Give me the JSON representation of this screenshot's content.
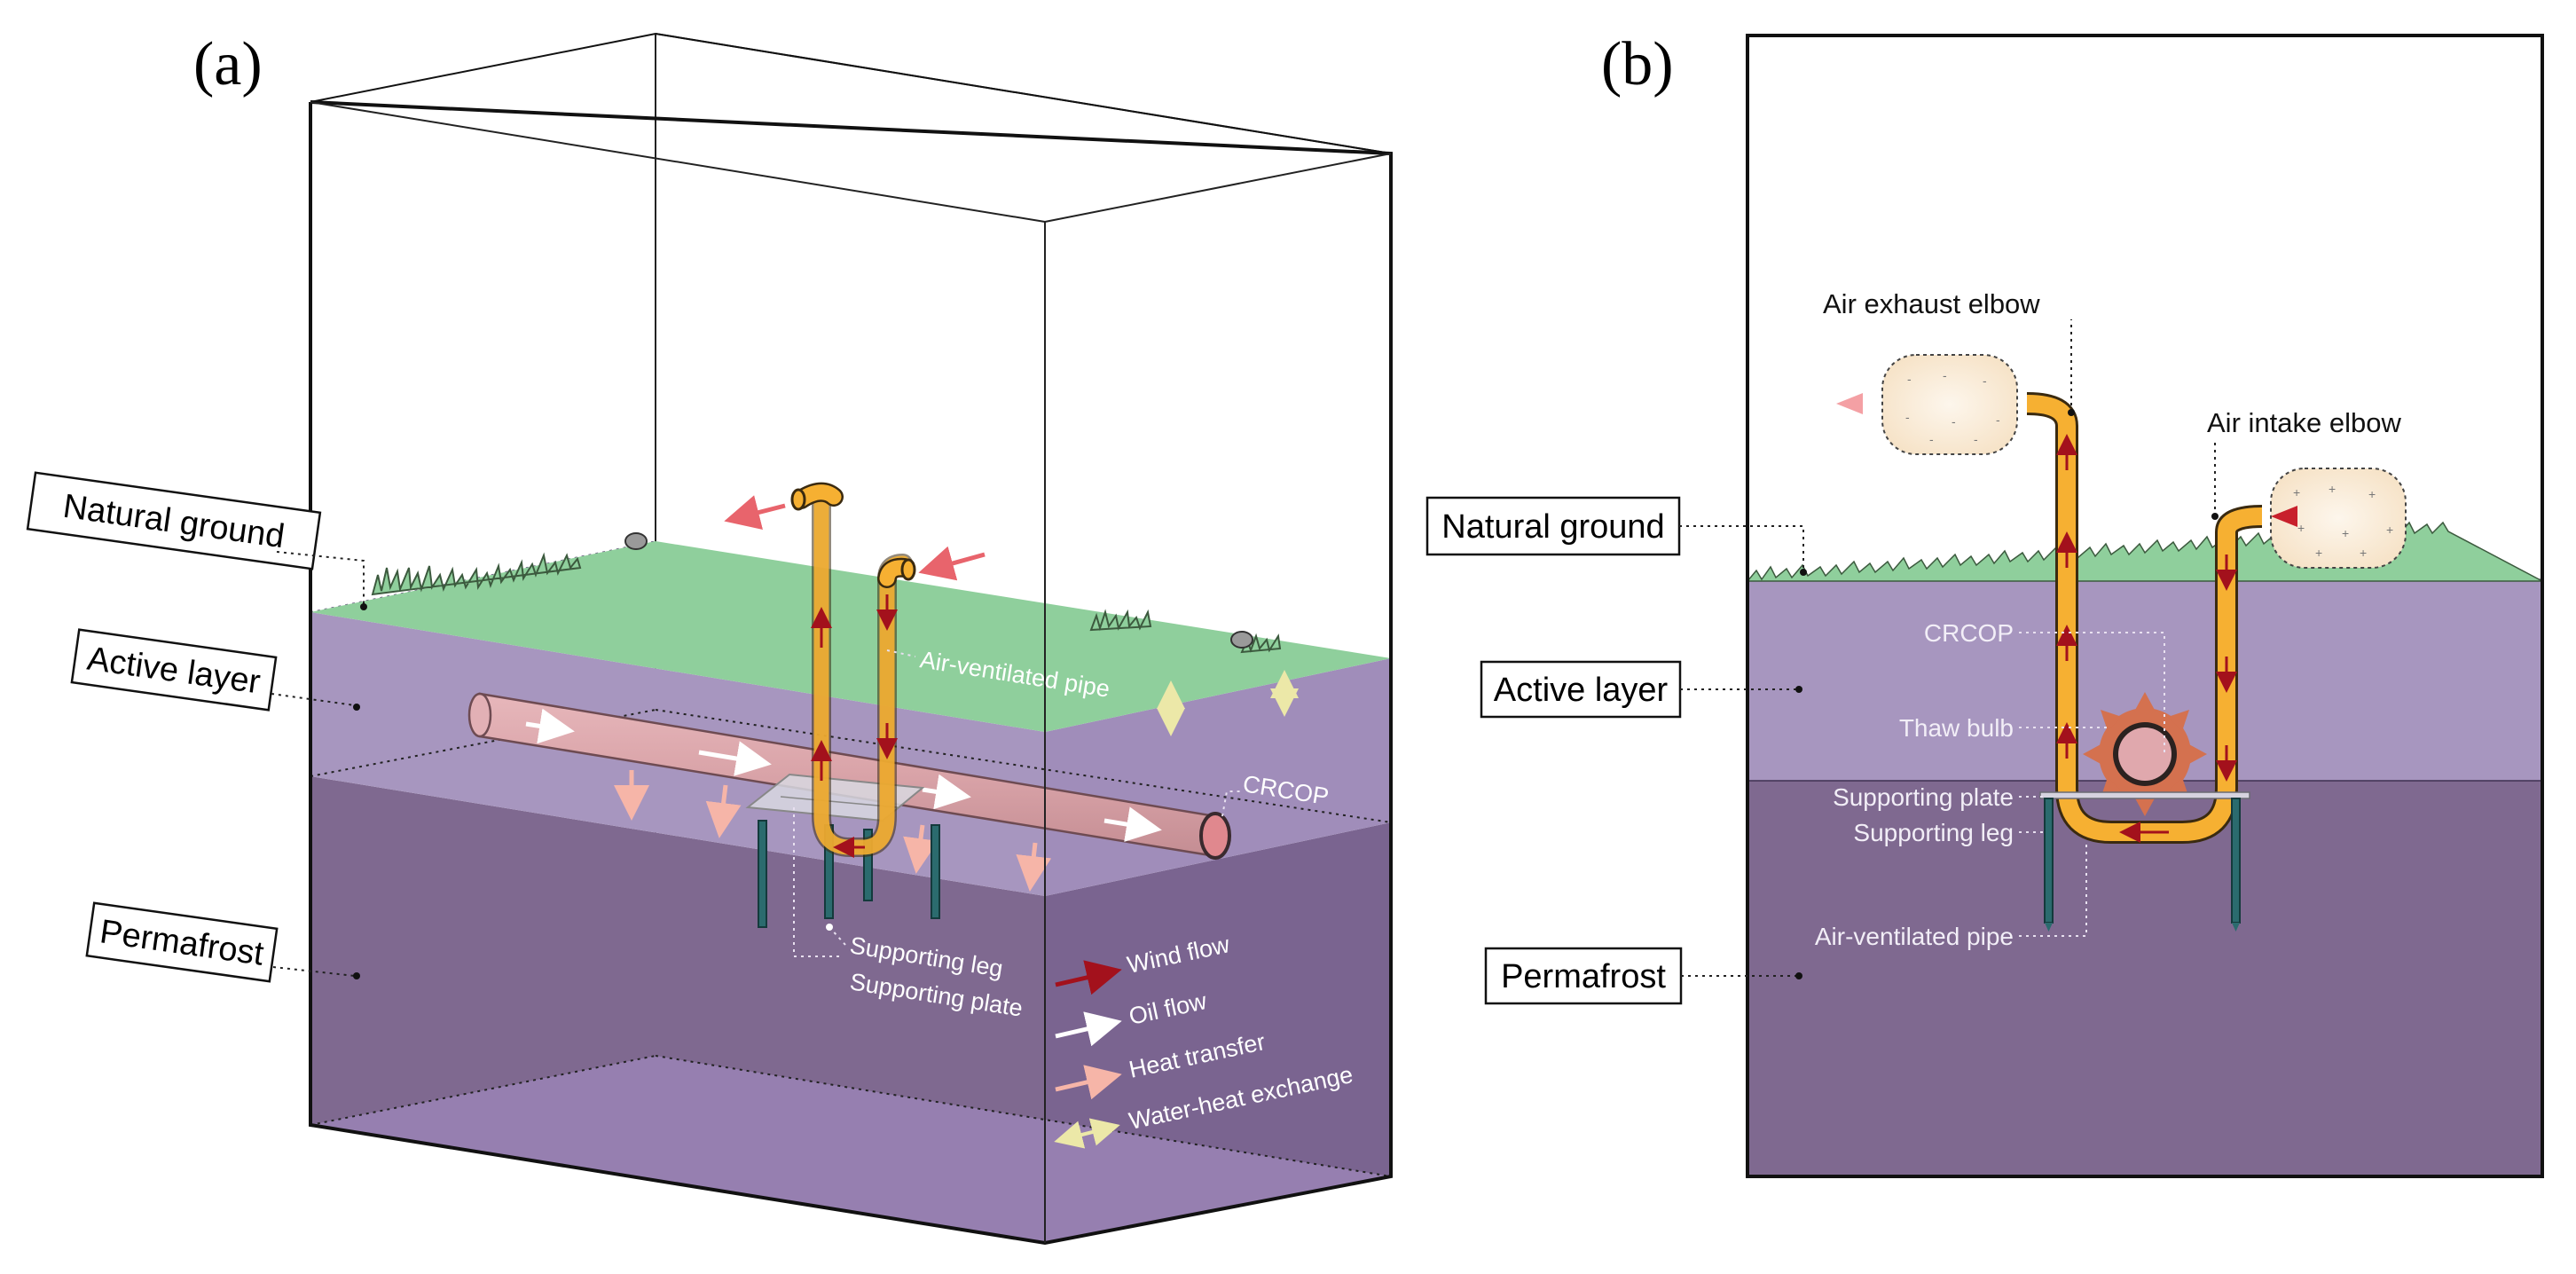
{
  "panel_a": {
    "letter": "(a)",
    "layer_labels": {
      "natural_ground": "Natural ground",
      "active_layer": "Active layer",
      "permafrost": "Permafrost"
    },
    "component_labels": {
      "air_ventilated_pipe": "Air-ventilated pipe",
      "crcop": "CRCOP",
      "supporting_leg": "Supporting leg",
      "supporting_plate": "Supporting plate"
    },
    "legend": [
      {
        "label": "Wind flow",
        "color": "#a3111c"
      },
      {
        "label": "Oil flow",
        "color": "#ffffff"
      },
      {
        "label": "Heat transfer",
        "color": "#f6b5a8"
      },
      {
        "label": "Water-heat exchange",
        "color": "#ece8a8"
      }
    ]
  },
  "panel_b": {
    "letter": "(b)",
    "layer_labels": {
      "natural_ground": "Natural ground",
      "active_layer": "Active layer",
      "permafrost": "Permafrost"
    },
    "component_labels": {
      "air_exhaust_elbow": "Air exhaust elbow",
      "air_intake_elbow": "Air intake elbow",
      "crcop": "CRCOP",
      "thaw_bulb": "Thaw bulb",
      "supporting_plate": "Supporting plate",
      "supporting_leg": "Supporting leg",
      "air_ventilated_pipe": "Air-ventilated pipe"
    }
  },
  "colors": {
    "ground_green": "#8fcf9c",
    "active_layer": "#a796bf",
    "permafrost": "#7f6990",
    "permafrost_floor": "#967fb0",
    "pipe_pink": "#d9a3a8",
    "vent_orange": "#f6b032",
    "leg_teal": "#2b6b6e",
    "wind_red": "#a3111c"
  }
}
